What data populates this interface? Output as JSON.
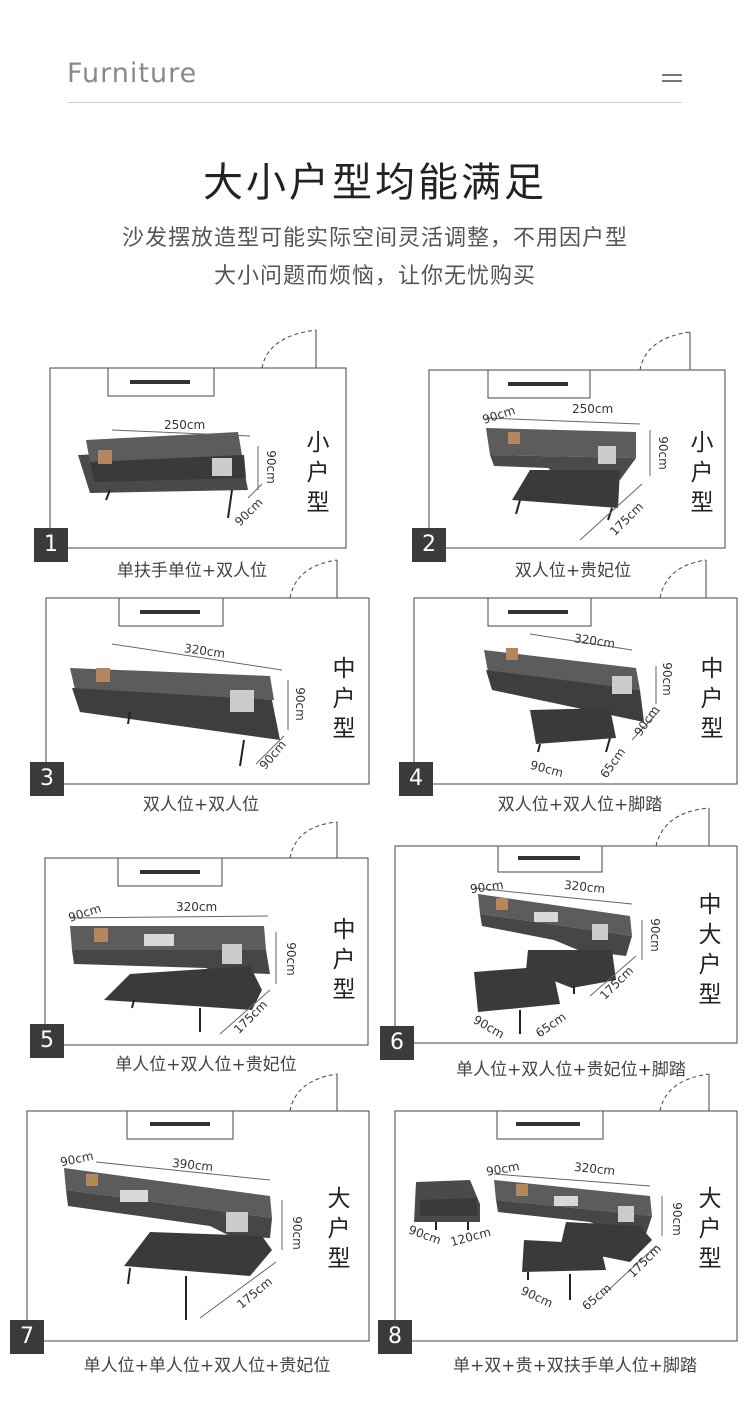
{
  "header": {
    "brand": "Furniture"
  },
  "title": "大小户型均能满足",
  "subtitle": [
    "沙发摆放造型可能实际空间灵活调整，不用因户型",
    "大小问题而烦恼，让你无忧购买"
  ],
  "layouts": [
    {
      "number": "1",
      "size": "小户型",
      "caption": "单扶手单位+双人位",
      "dims": [
        "250cm",
        "90cm",
        "90cm"
      ]
    },
    {
      "number": "2",
      "size": "小户型",
      "caption": "双人位+贵妃位",
      "dims": [
        "90cm",
        "250cm",
        "90cm",
        "175cm"
      ]
    },
    {
      "number": "3",
      "size": "中户型",
      "caption": "双人位+双人位",
      "dims": [
        "320cm",
        "90cm",
        "90cm"
      ]
    },
    {
      "number": "4",
      "size": "中户型",
      "caption": "双人位+双人位+脚踏",
      "dims": [
        "320cm",
        "90cm",
        "90cm",
        "90cm",
        "65cm"
      ]
    },
    {
      "number": "5",
      "size": "中户型",
      "caption": "单人位+双人位+贵妃位",
      "dims": [
        "90cm",
        "320cm",
        "90cm",
        "175cm"
      ]
    },
    {
      "number": "6",
      "size": "中大户型",
      "caption": "单人位+双人位+贵妃位+脚踏",
      "dims": [
        "90cm",
        "320cm",
        "90cm",
        "175cm",
        "90cm",
        "65cm"
      ]
    },
    {
      "number": "7",
      "size": "大户型",
      "caption": "单人位+单人位+双人位+贵妃位",
      "dims": [
        "90cm",
        "390cm",
        "90cm",
        "175cm"
      ]
    },
    {
      "number": "8",
      "size": "大户型",
      "caption": "单+双+贵+双扶手单人位+脚踏",
      "dims": [
        "90cm",
        "120cm",
        "90cm",
        "320cm",
        "90cm",
        "175cm",
        "90cm",
        "65cm"
      ]
    }
  ]
}
